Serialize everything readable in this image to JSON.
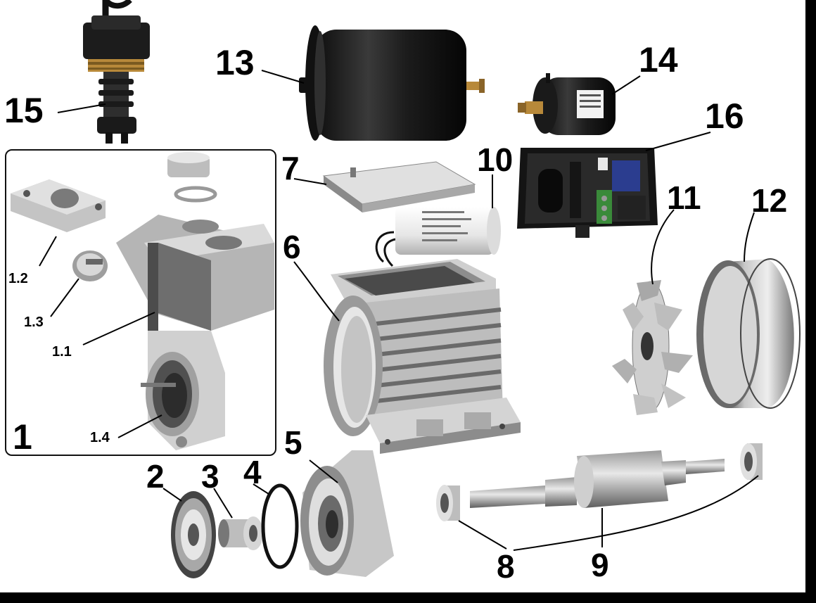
{
  "labels": {
    "p1": "1",
    "p1_1": "1.1",
    "p1_2": "1.2",
    "p1_3": "1.3",
    "p1_4": "1.4",
    "p2": "2",
    "p3": "3",
    "p4": "4",
    "p5": "5",
    "p6": "6",
    "p7": "7",
    "p8": "8",
    "p9": "9",
    "p10": "10",
    "p11": "11",
    "p12": "12",
    "p13": "13",
    "p14": "14",
    "p15": "15",
    "p16": "16"
  },
  "colors": {
    "background": "#ffffff",
    "line": "#000000",
    "metal_light": "#d9d9d9",
    "metal_mid": "#a6a6a6",
    "metal_dark": "#5a5a5a",
    "tank_black": "#1a1a1a",
    "brass": "#b8893a",
    "capacitor_white": "#f2f2f2",
    "relay_blue": "#2b3d8f",
    "terminal_green": "#3a8a3a"
  }
}
